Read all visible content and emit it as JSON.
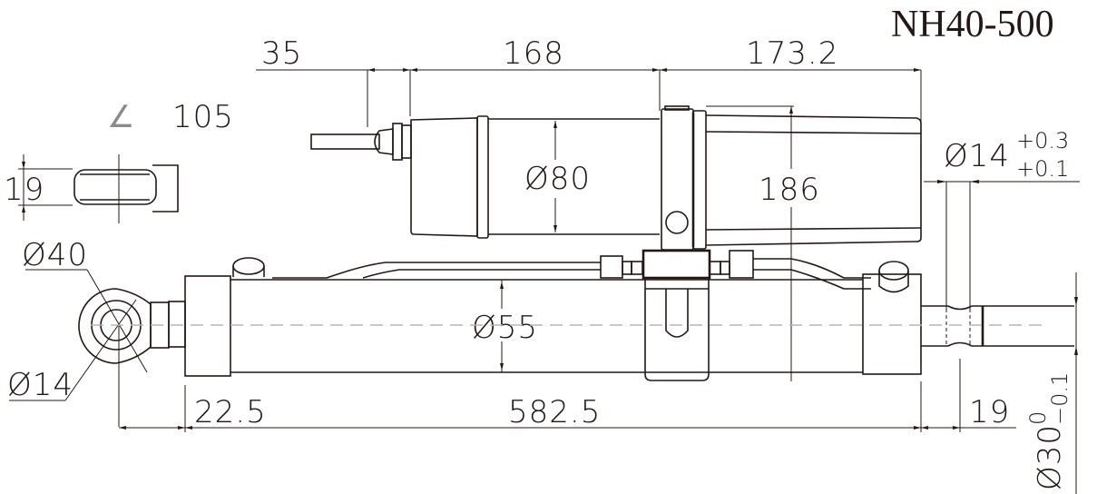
{
  "title": "NH40-500",
  "colors": {
    "line": "#231815",
    "centerline": "#b5b5b5",
    "background": "#ffffff"
  },
  "dimensions": {
    "cable_length": "35",
    "motor_length": "168",
    "gearbox_length": "173.2",
    "rotation_angle": "105",
    "rotation_prefix": "∠",
    "clevis_width": "19",
    "motor_diameter": "Ø80",
    "overall_height": "186",
    "rod_pin_diameter": "Ø14",
    "rod_pin_tol_upper": "+0.3",
    "rod_pin_tol_lower": "+0.1",
    "eye_outer_diameter": "Ø40",
    "eye_inner_diameter": "Ø14",
    "cylinder_diameter": "Ø55",
    "eye_offset": "22.5",
    "retracted_length": "582.5",
    "rod_end_length": "19",
    "rod_diameter": "Ø30",
    "rod_tol_upper": "0",
    "rod_tol_lower": "−0.1"
  }
}
